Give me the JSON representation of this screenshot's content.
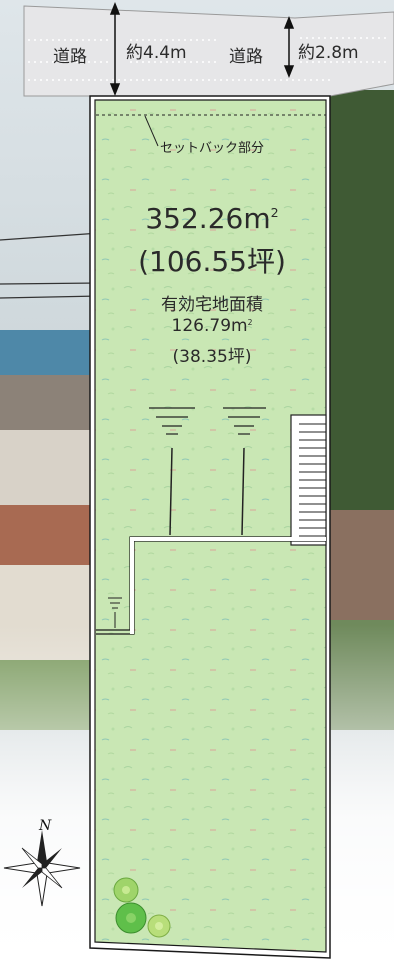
{
  "road_left": {
    "label": "道路",
    "width": "約4.4m"
  },
  "road_right": {
    "label": "道路",
    "width": "約2.8m"
  },
  "setback_label": "セットバック部分",
  "total_area": {
    "sqm": "352.26",
    "unit": "m",
    "sup": "2",
    "tsubo": "(106.55坪)"
  },
  "effective_area": {
    "label": "有効宅地面積",
    "sqm": "126.79",
    "unit": "m",
    "sup": "2",
    "tsubo": "(38.35坪)"
  },
  "compass": {
    "label": "N"
  },
  "colors": {
    "lot": "#c7e6b2",
    "road": "#e4e4e6",
    "outline": "#1a1a1a"
  }
}
